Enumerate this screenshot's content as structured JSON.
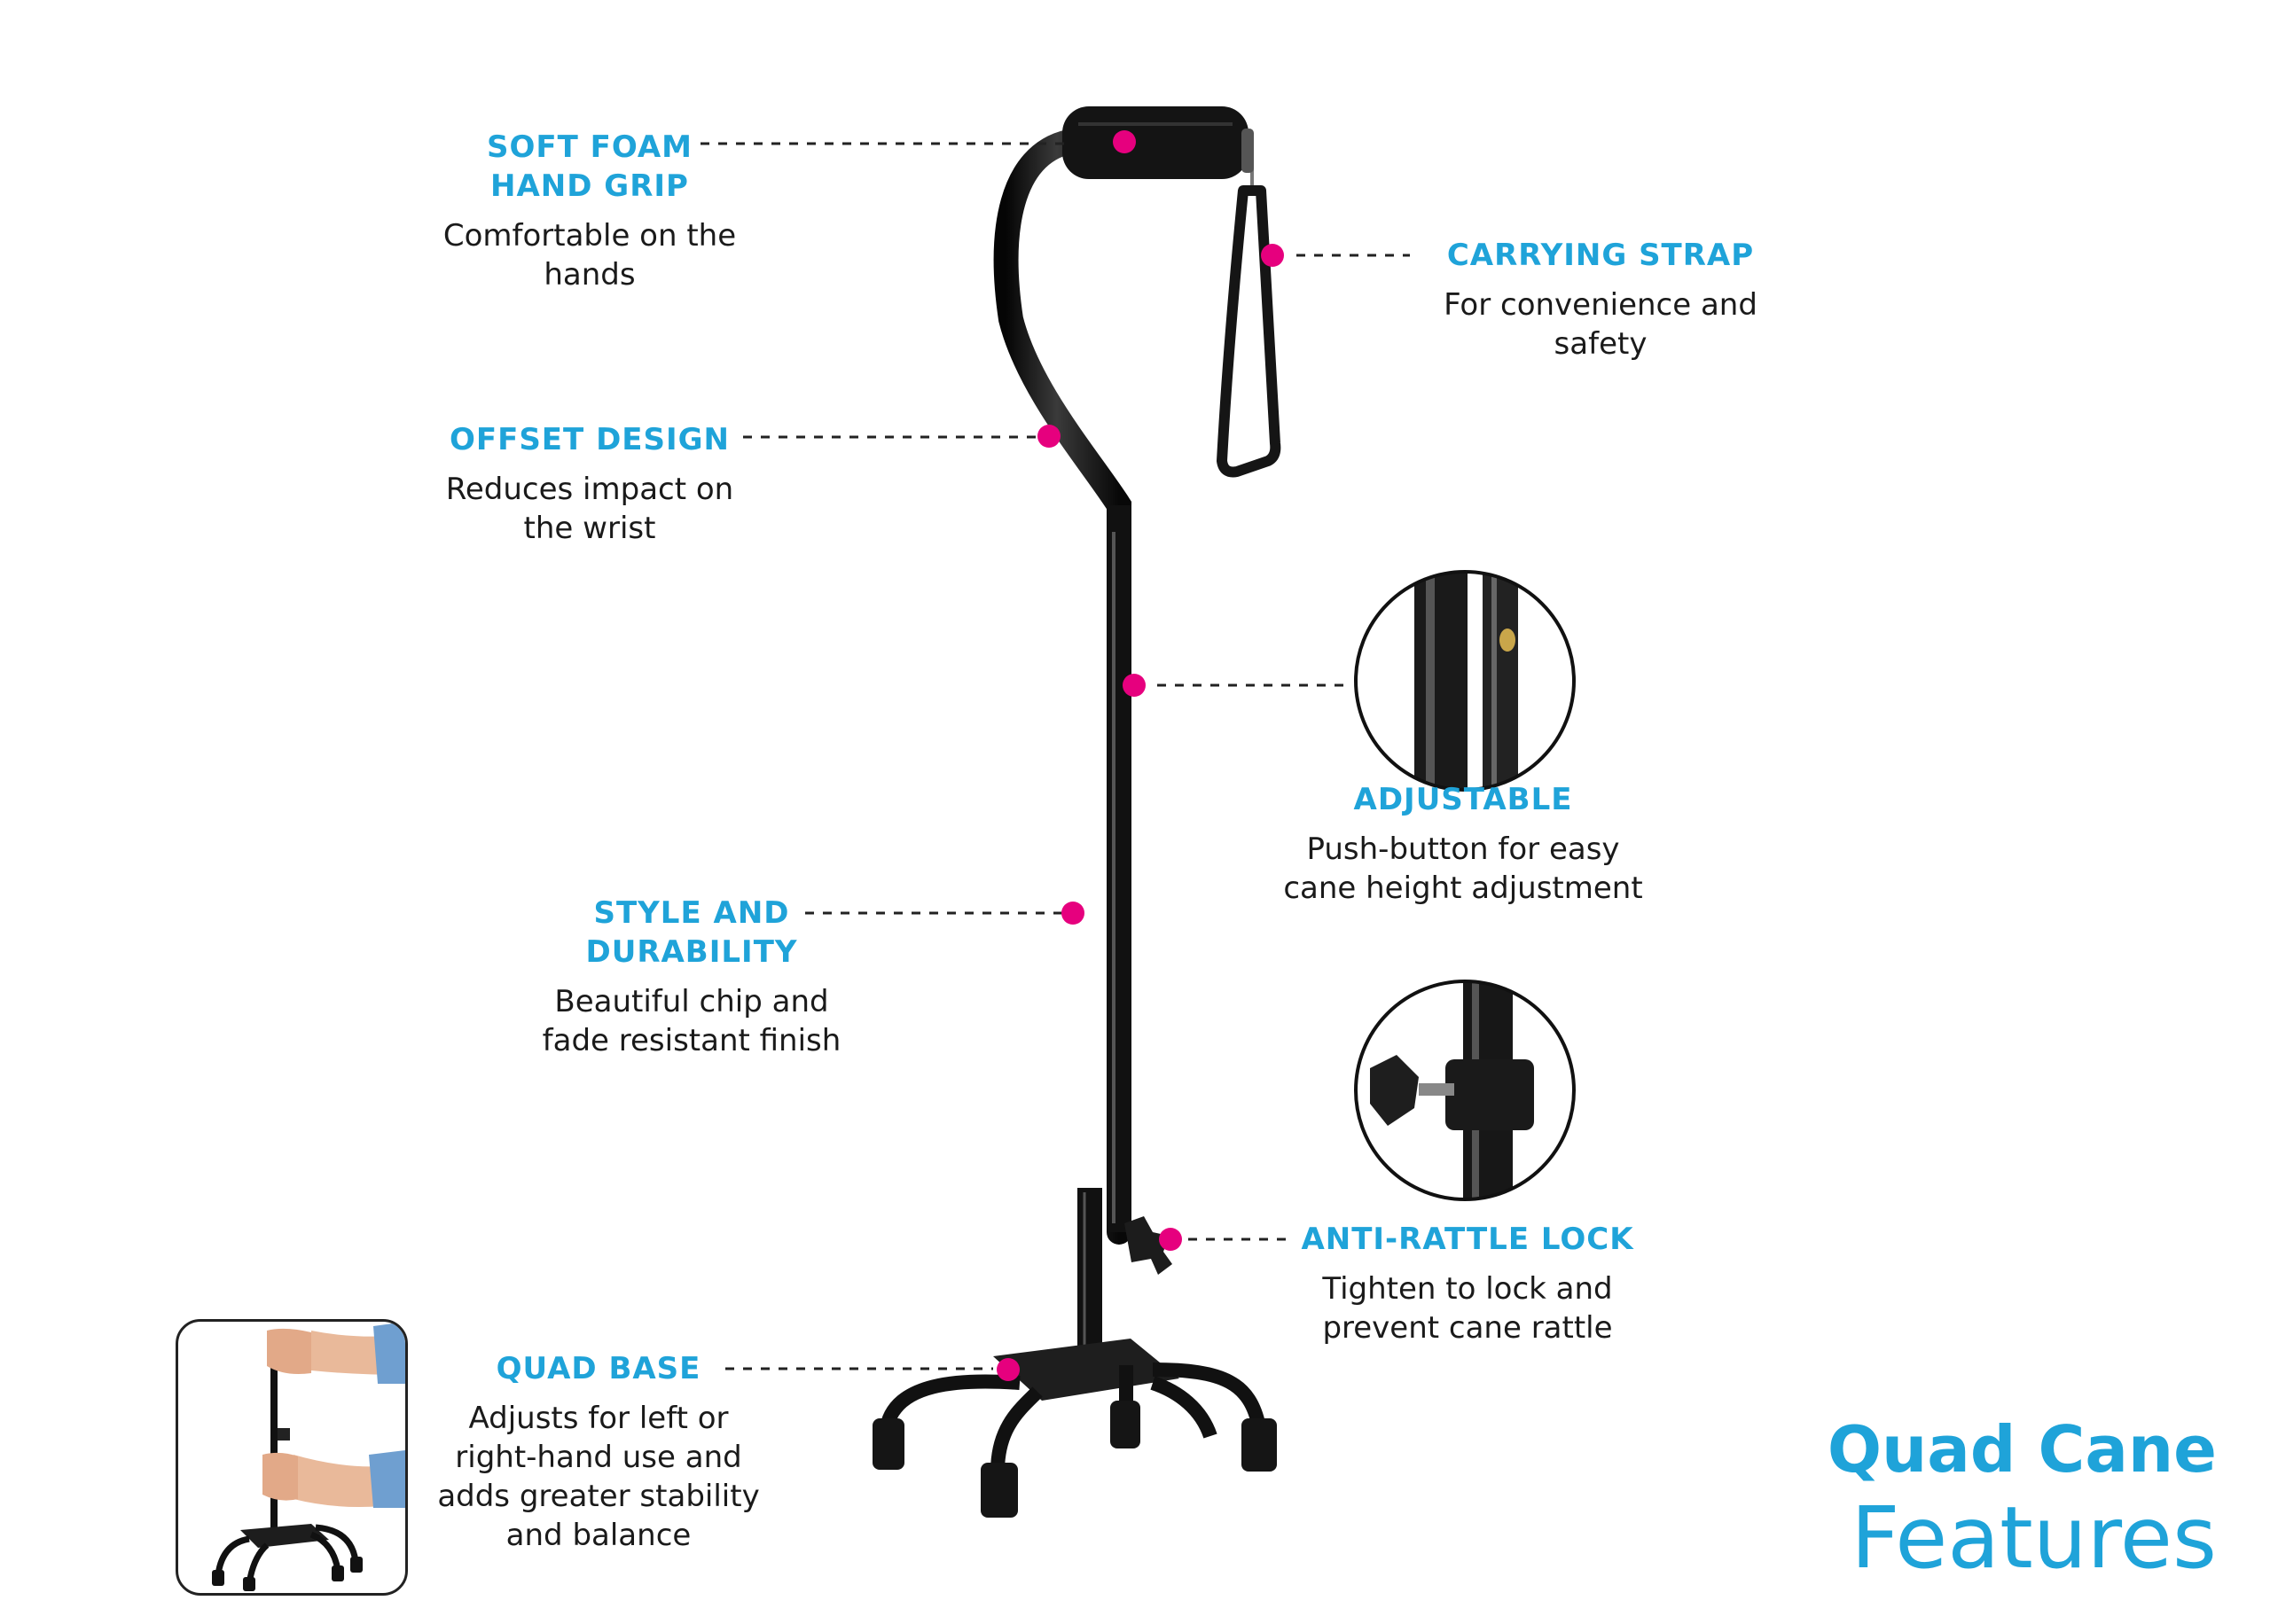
{
  "features": {
    "grip": {
      "title": "SOFT FOAM\nHAND GRIP",
      "desc": "Comfortable on the\nhands"
    },
    "strap": {
      "title": "CARRYING STRAP",
      "desc": "For convenience and\nsafety"
    },
    "offset": {
      "title": "OFFSET DESIGN",
      "desc": "Reduces impact on\nthe wrist"
    },
    "adjust": {
      "title": "ADJUSTABLE",
      "desc": "Push-button for easy\ncane height adjustment"
    },
    "style": {
      "title": "STYLE AND\nDURABILITY",
      "desc": "Beautiful chip and\nfade resistant finish"
    },
    "lock": {
      "title": "ANTI-RATTLE LOCK",
      "desc": "Tighten to lock and\nprevent cane rattle"
    },
    "base": {
      "title": "QUAD BASE",
      "desc": "Adjusts for left or\nright-hand use and\nadds greater stability\nand balance"
    }
  },
  "heading": {
    "line1": "Quad Cane",
    "line2": "Features"
  },
  "colors": {
    "accent": "#1fa3d9",
    "marker": "#e6007e",
    "cane": "#141414",
    "text": "#1a1a1a"
  }
}
